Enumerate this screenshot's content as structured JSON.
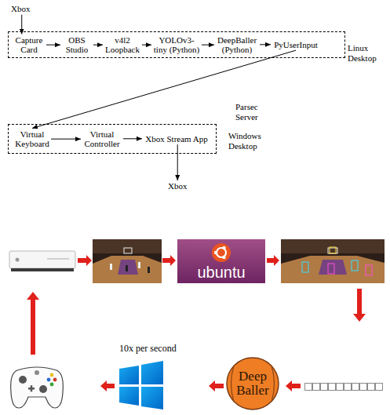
{
  "diagram": {
    "nodes": [
      {
        "text": [
          "Xbox"
        ]
      },
      {
        "text": [
          "Linux Desktop"
        ]
      },
      {
        "text": [
          "Capture Card"
        ],
        "in": 1
      },
      {
        "text": [
          "OBS Studio"
        ],
        "in": 1
      },
      {
        "text": [
          "v4l2 Loopback"
        ],
        "in": 1
      },
      {
        "text": [
          "YOLOv3-tiny (Python)"
        ],
        "in": 1
      },
      {
        "text": [
          "DeepBaller (Python)"
        ],
        "in": 1
      },
      {
        "text": [
          "PyUserInput"
        ],
        "in": 1
      },
      {
        "text": [
          "Windows Desktop"
        ]
      },
      {
        "text": [
          "Virtual Keyboard"
        ],
        "in": 8
      },
      {
        "text": [
          "Virtual Controller"
        ],
        "in": 8
      },
      {
        "text": [
          "Xbox Stream App"
        ],
        "in": 8
      },
      {
        "text": [
          "Xbox"
        ]
      },
      {
        "text": [
          "ubuntu"
        ]
      },
      {
        "text": [
          "Deep Baller"
        ]
      }
    ],
    "edges": [
      {
        "from": 0,
        "to": 2,
        "arrow": "to"
      },
      {
        "from": 2,
        "to": 3,
        "arrow": "to"
      },
      {
        "from": 3,
        "to": 4,
        "arrow": "to"
      },
      {
        "from": 4,
        "to": 5,
        "arrow": "to"
      },
      {
        "from": 5,
        "to": 6,
        "arrow": "to"
      },
      {
        "from": 6,
        "to": 7,
        "arrow": "to"
      },
      {
        "from": 7,
        "to": 9,
        "label": "Parsec Server",
        "arrow": "to"
      },
      {
        "from": 9,
        "to": 10,
        "arrow": "to"
      },
      {
        "from": 10,
        "to": 11,
        "arrow": "to"
      },
      {
        "from": 11,
        "to": 12,
        "arrow": "to"
      }
    ],
    "labels": [
      "10x per second"
    ]
  }
}
